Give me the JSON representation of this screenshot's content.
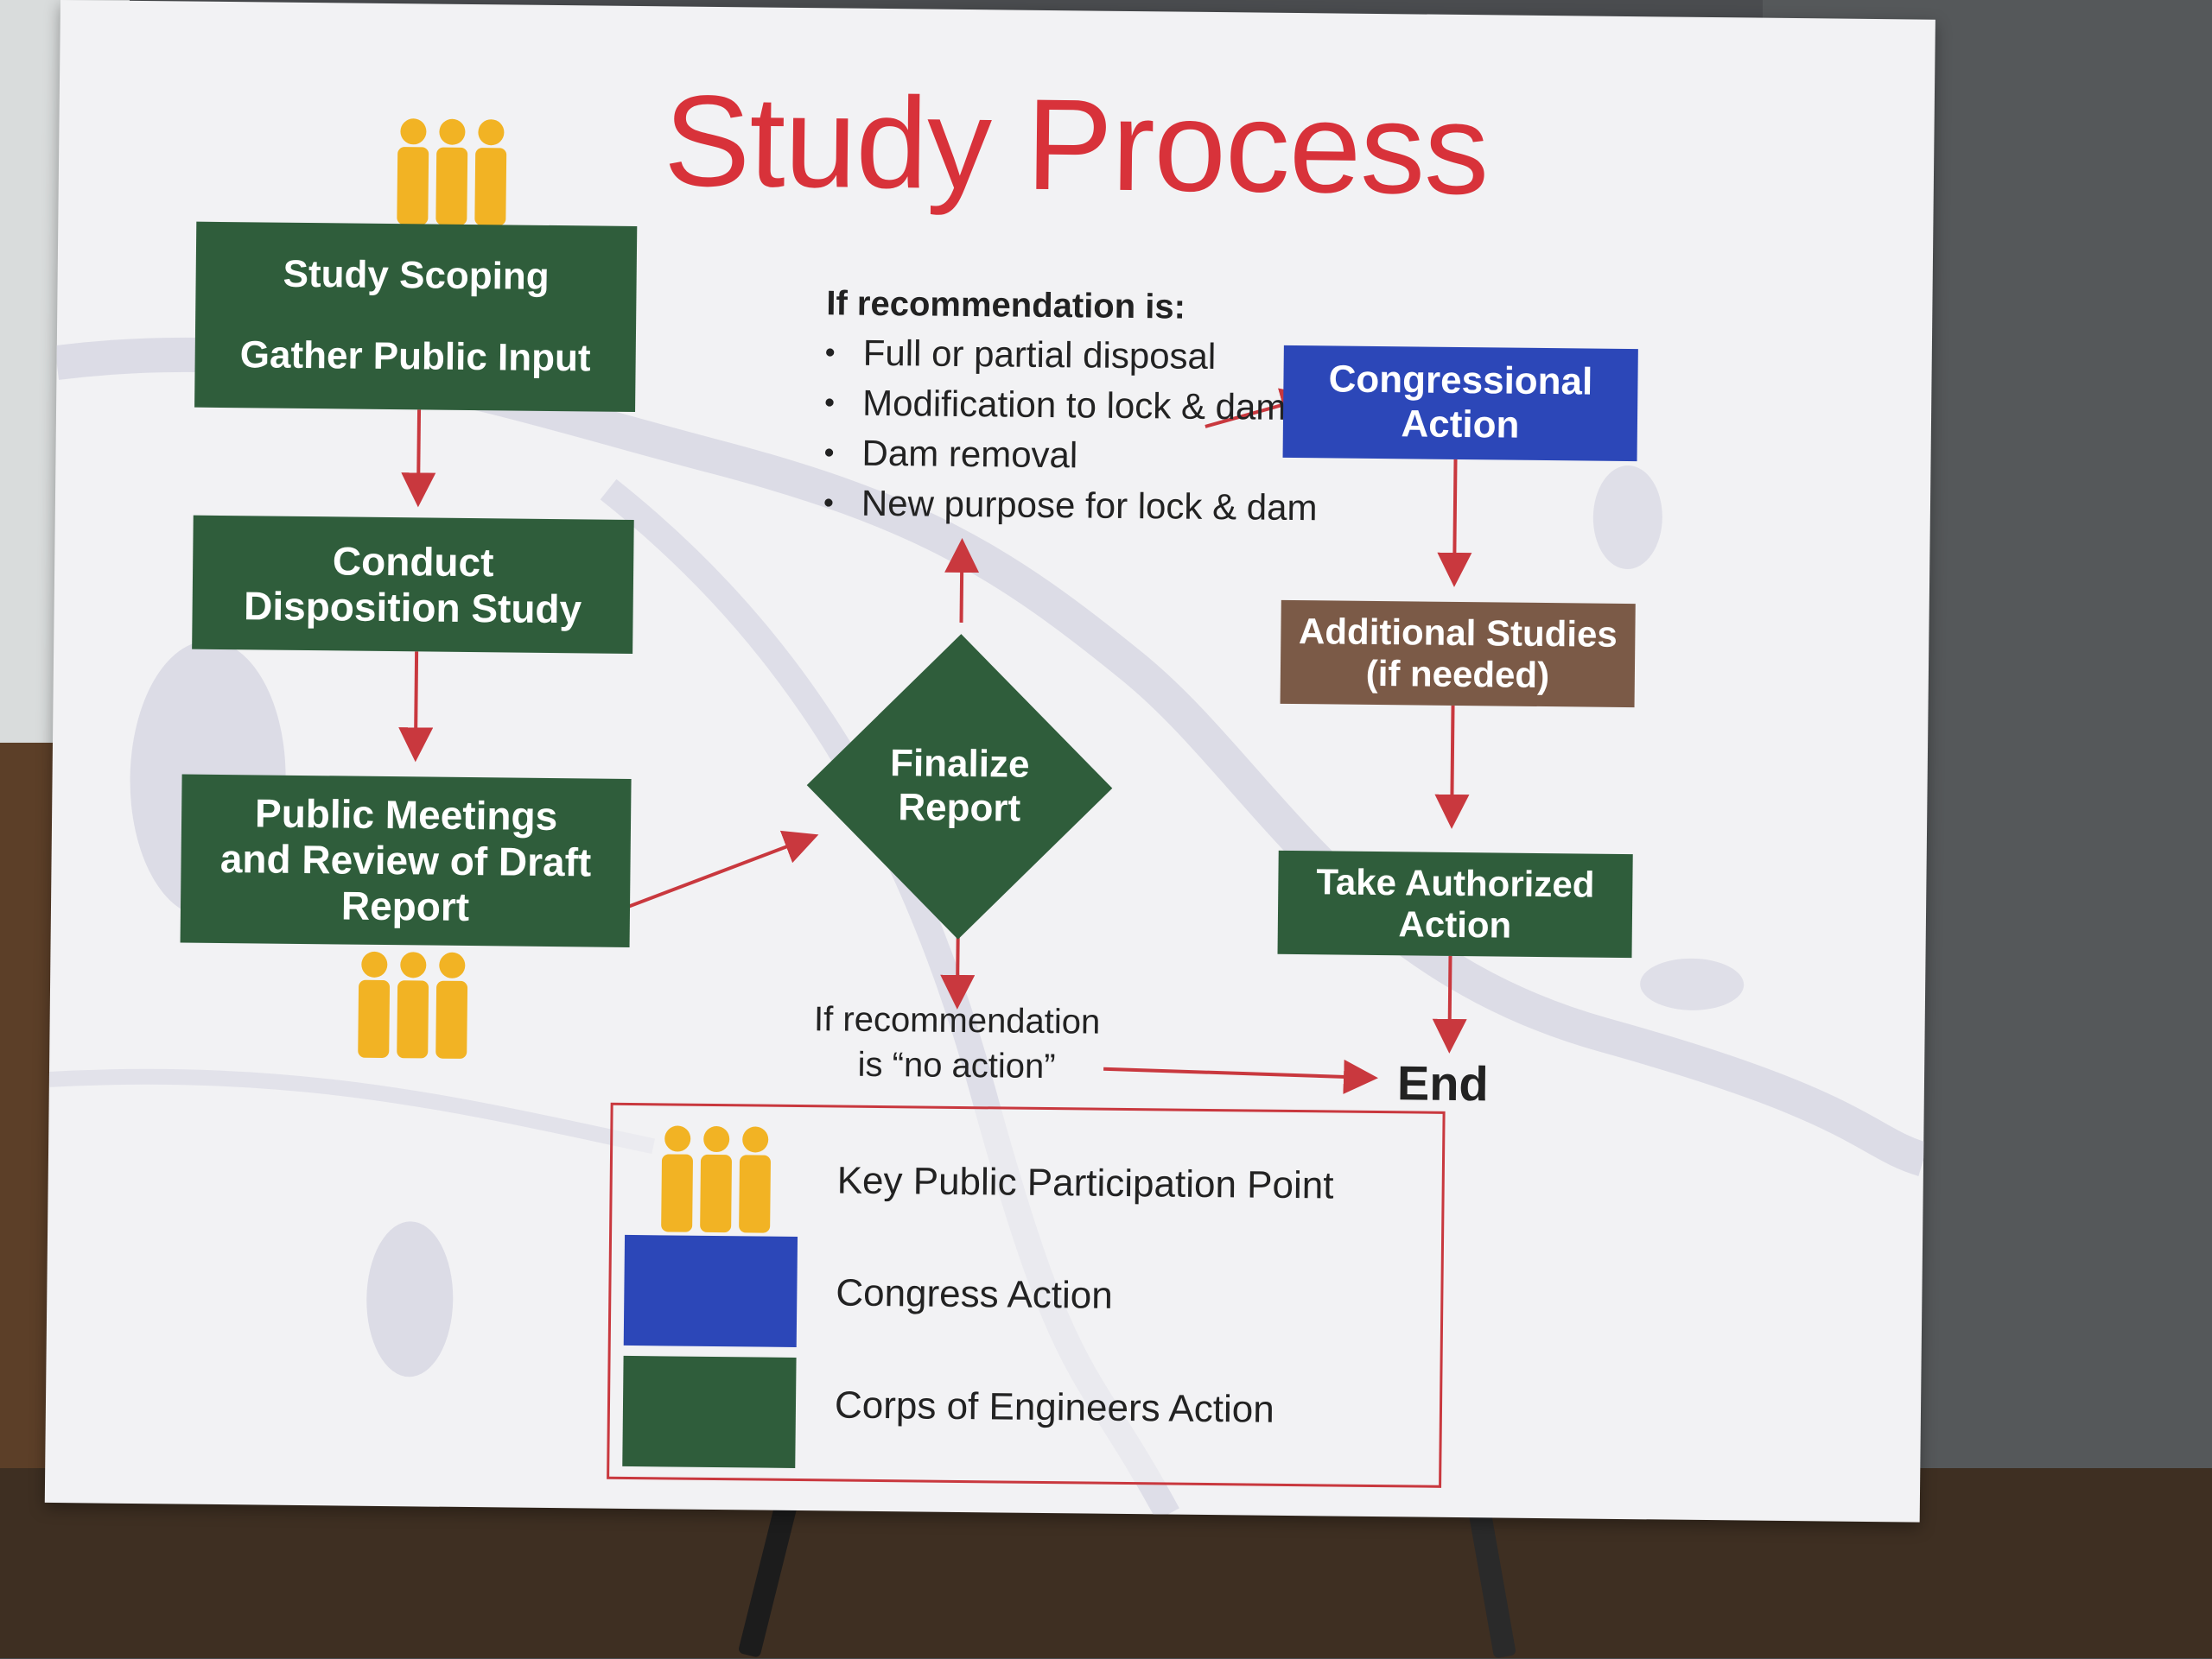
{
  "title": "Study Process",
  "colors": {
    "title": "#d8323a",
    "corps_green": "#2f5d3b",
    "congress_blue": "#2c47b8",
    "studies_brown": "#7b5a47",
    "arrow_red": "#c9383e",
    "people_gold": "#f2b324",
    "legend_border": "#c9383e"
  },
  "boxes": {
    "study_scoping": {
      "line1": "Study Scoping",
      "line2": "Gather Public Input"
    },
    "conduct_study": {
      "line1": "Conduct",
      "line2": "Disposition Study"
    },
    "public_meetings": {
      "line1": "Public Meetings",
      "line2": "and Review of Draft",
      "line3": "Report"
    },
    "finalize_report": {
      "line1": "Finalize",
      "line2": "Report"
    },
    "congressional_action": {
      "line1": "Congressional",
      "line2": "Action"
    },
    "additional_studies": {
      "line1": "Additional Studies",
      "line2": "(if needed)"
    },
    "take_authorized_action": {
      "line1": "Take Authorized",
      "line2": "Action"
    }
  },
  "recommendation": {
    "heading": "If recommendation is:",
    "items": [
      "Full or partial disposal",
      "Modification to lock & dam",
      "Dam removal",
      "New purpose for lock & dam"
    ]
  },
  "no_action": {
    "line1": "If recommendation",
    "line2": "is “no action”"
  },
  "end_label": "End",
  "legend": {
    "public": "Key Public Participation Point",
    "congress": "Congress Action",
    "corps": "Corps of Engineers Action"
  },
  "icons": {
    "people": "group-of-people-icon"
  }
}
